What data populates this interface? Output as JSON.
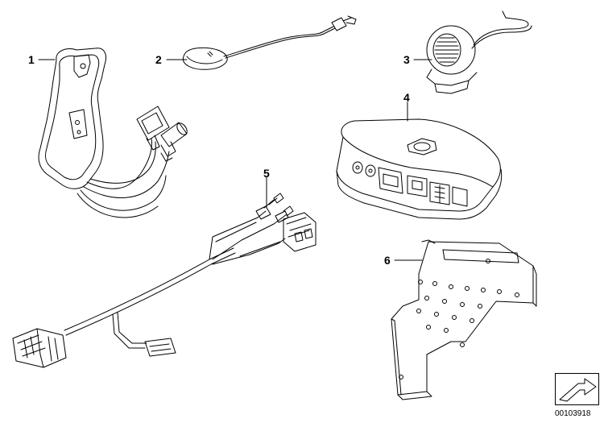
{
  "parts": [
    {
      "number": "1",
      "icon": "handset-cradle-icon"
    },
    {
      "number": "2",
      "icon": "microphone-icon"
    },
    {
      "number": "3",
      "icon": "speaker-icon"
    },
    {
      "number": "4",
      "icon": "control-unit-icon"
    },
    {
      "number": "5",
      "icon": "wiring-harness-icon"
    },
    {
      "number": "6",
      "icon": "mounting-bracket-icon"
    }
  ],
  "diagram_id": "00103918",
  "nav_icon": "arrow-right-icon"
}
